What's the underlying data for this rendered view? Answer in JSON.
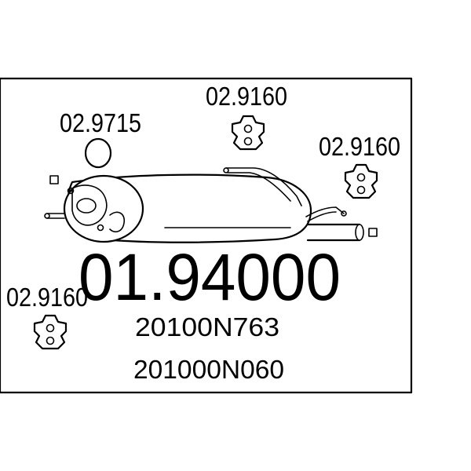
{
  "diagram": {
    "main_part_number": "01.94000",
    "reference_numbers": [
      "20100N763",
      "201000N060"
    ],
    "accessories": [
      {
        "id": "ring-gasket",
        "label": "02.9715"
      },
      {
        "id": "hanger-top",
        "label": "02.9160"
      },
      {
        "id": "hanger-right",
        "label": "02.9160"
      },
      {
        "id": "hanger-left",
        "label": "02.9160"
      }
    ],
    "colors": {
      "stroke": "#000000",
      "background": "#ffffff"
    }
  }
}
